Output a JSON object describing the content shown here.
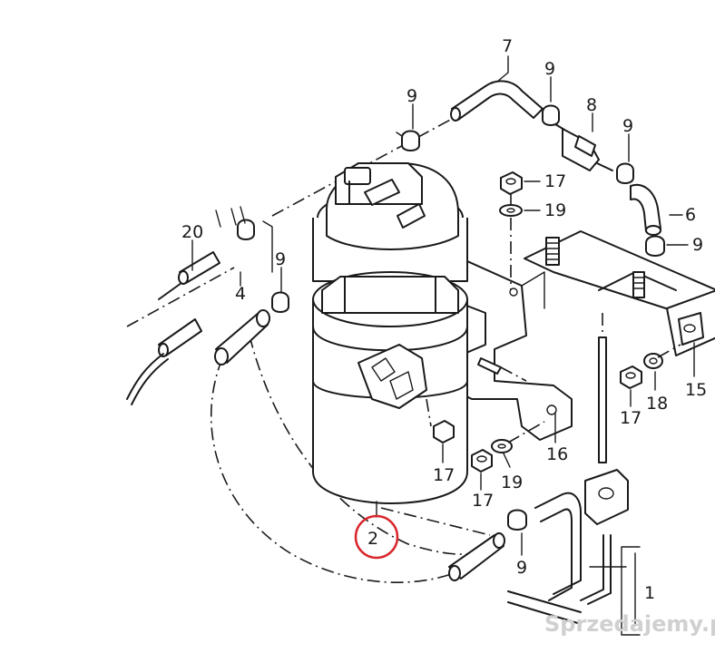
{
  "labels": {
    "l1": "1",
    "l2": "2",
    "l4": "4",
    "l6": "6",
    "l7": "7",
    "l8": "8",
    "l9a": "9",
    "l9b": "9",
    "l9c": "9",
    "l9d": "9",
    "l9e": "9",
    "l9f": "9",
    "l15": "15",
    "l16": "16",
    "l17a": "17",
    "l17b": "17",
    "l17c": "17",
    "l17d": "17",
    "l18": "18",
    "l19a": "19",
    "l19b": "19",
    "l20": "20"
  },
  "highlight_color": "#d9262c",
  "watermark": "Sprzedajemy.pl"
}
